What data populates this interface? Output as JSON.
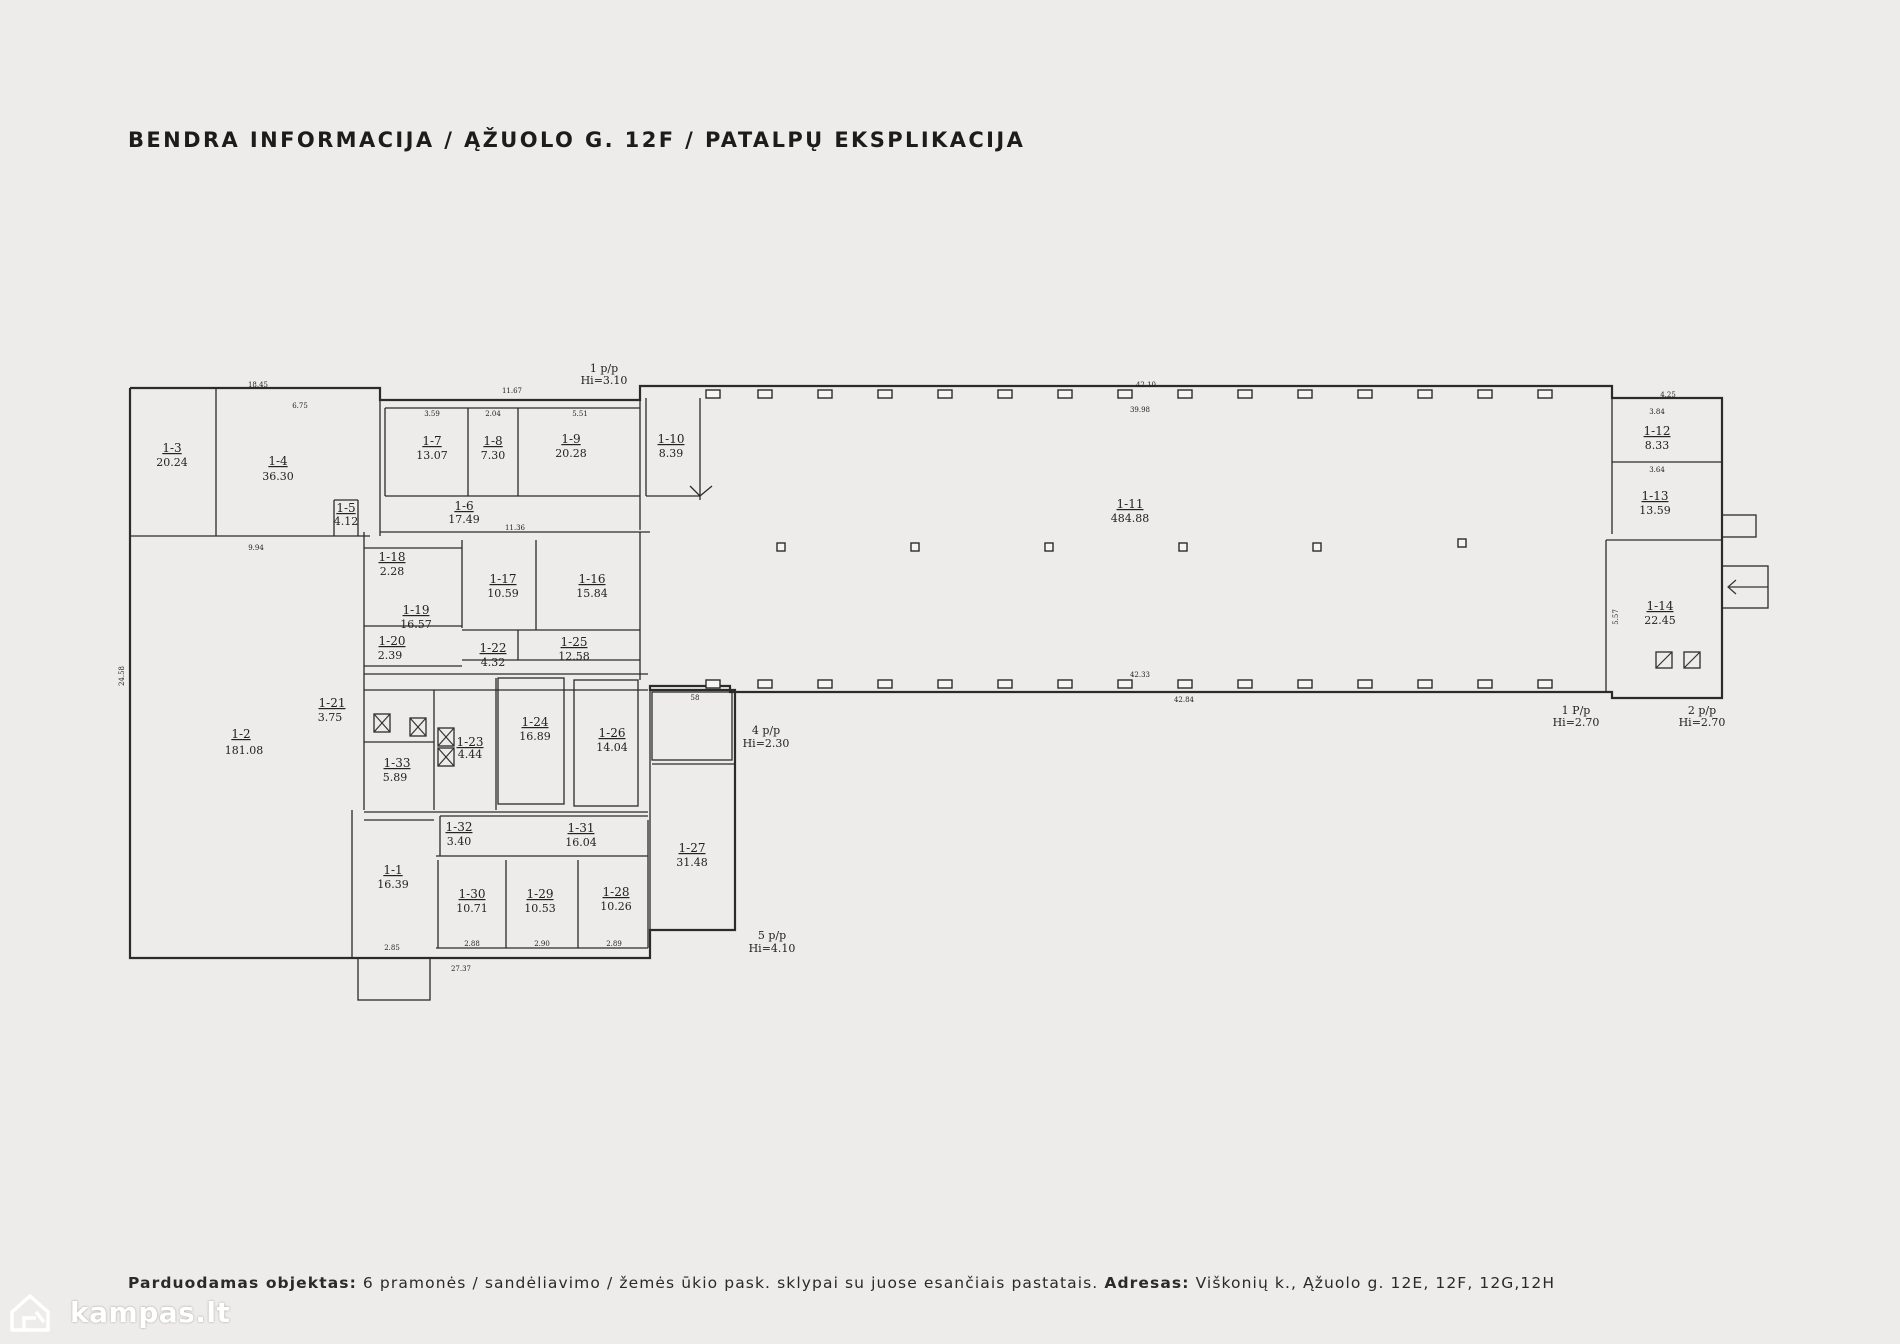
{
  "header": {
    "title": "BENDRA INFORMACIJA / ĄŽUOLO G. 12F / PATALPŲ EKSPLIKACIJA"
  },
  "rooms": [
    {
      "id": "1-3",
      "area": "20.24"
    },
    {
      "id": "1-4",
      "area": "36.30"
    },
    {
      "id": "1-5",
      "area": "4.12"
    },
    {
      "id": "1-7",
      "area": "13.07"
    },
    {
      "id": "1-8",
      "area": "7.30"
    },
    {
      "id": "1-9",
      "area": "20.28"
    },
    {
      "id": "1-10",
      "area": "8.39"
    },
    {
      "id": "1-6",
      "area": "17.49"
    },
    {
      "id": "1-11",
      "area": "484.88"
    },
    {
      "id": "1-12",
      "area": "8.33"
    },
    {
      "id": "1-13",
      "area": "13.59"
    },
    {
      "id": "1-14",
      "area": "22.45"
    },
    {
      "id": "1-18",
      "area": "2.28"
    },
    {
      "id": "1-17",
      "area": "10.59"
    },
    {
      "id": "1-16",
      "area": "15.84"
    },
    {
      "id": "1-19",
      "area": "16.57"
    },
    {
      "id": "1-20",
      "area": "2.39"
    },
    {
      "id": "1-22",
      "area": "4.32"
    },
    {
      "id": "1-25",
      "area": "12.58"
    },
    {
      "id": "1-21",
      "area": "3.75"
    },
    {
      "id": "1-2",
      "area": "181.08"
    },
    {
      "id": "1-23",
      "area": "4.44"
    },
    {
      "id": "1-24",
      "area": "16.89"
    },
    {
      "id": "1-26",
      "area": "14.04"
    },
    {
      "id": "1-33",
      "area": "5.89"
    },
    {
      "id": "1-32",
      "area": "3.40"
    },
    {
      "id": "1-31",
      "area": "16.04"
    },
    {
      "id": "1-27",
      "area": "31.48"
    },
    {
      "id": "1-1",
      "area": "16.39"
    },
    {
      "id": "1-30",
      "area": "10.71"
    },
    {
      "id": "1-29",
      "area": "10.53"
    },
    {
      "id": "1-28",
      "area": "10.26"
    }
  ],
  "annotations": {
    "entry1_top": {
      "label": "1 p/p",
      "height": "Hi=3.10"
    },
    "entry1_right": {
      "label": "1 P/p",
      "height": "Hi=2.70"
    },
    "entry2_right": {
      "label": "2 p/p",
      "height": "Hi=2.70"
    },
    "entry4": {
      "label": "4 p/p",
      "height": "Hi=2.30"
    },
    "entry5": {
      "label": "5 p/p",
      "height": "Hi=4.10"
    },
    "small_room_area": "58",
    "dimensions": {
      "top_left": "18.45",
      "room4_width": "6.75",
      "top_mid": "11.67",
      "top_hall": "42.10",
      "inner_hall": "39.98",
      "top_right": "4.25",
      "bottom_hall": "42.33",
      "bottom_outer": "42.84",
      "bottom_total": "27.37",
      "left_side": "24.58",
      "r7": "3.59",
      "r8": "2.04",
      "r9": "5.51",
      "r6": "11.36",
      "r2w": "9.94",
      "r30": "2.88",
      "r29": "2.90",
      "r28": "2.89",
      "r1": "2.85",
      "r12": "3.84",
      "r13": "3.64",
      "r14": "5.57"
    }
  },
  "footer": {
    "object_label": "Parduodamas objektas:",
    "object_value": "6 pramonės / sandėliavimo / žemės ūkio pask. sklypai su juose esančiais pastatais.",
    "address_label": "Adresas:",
    "address_value": "Viškonių k., Ąžuolo g. 12E, 12F, 12G,12H"
  },
  "logo": {
    "text": "kampas.lt"
  }
}
